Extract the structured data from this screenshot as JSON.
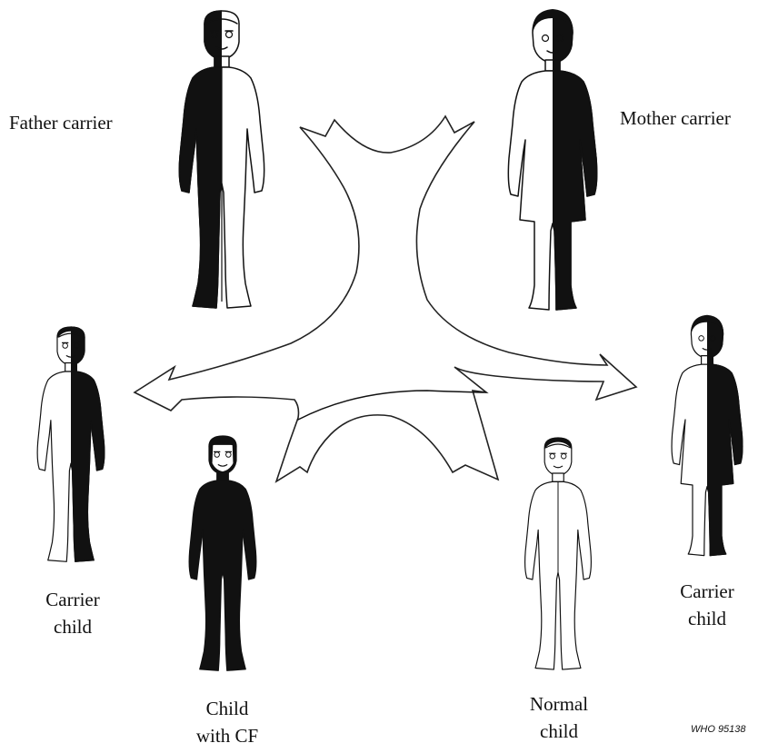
{
  "figures": {
    "father": {
      "label": "Father carrier",
      "status": "carrier",
      "sex": "male"
    },
    "mother": {
      "label": "Mother carrier",
      "status": "carrier",
      "sex": "female"
    },
    "child_left": {
      "label_line1": "Carrier",
      "label_line2": "child",
      "status": "carrier",
      "sex": "male"
    },
    "child_cf": {
      "label_line1": "Child",
      "label_line2": "with CF",
      "status": "affected"
    },
    "child_normal": {
      "label_line1": "Normal",
      "label_line2": "child",
      "status": "normal"
    },
    "child_right": {
      "label_line1": "Carrier",
      "label_line2": "child",
      "status": "carrier",
      "sex": "female"
    }
  },
  "colors": {
    "ink": "#111111",
    "paper": "#ffffff"
  },
  "source_code": "WHO 95138"
}
